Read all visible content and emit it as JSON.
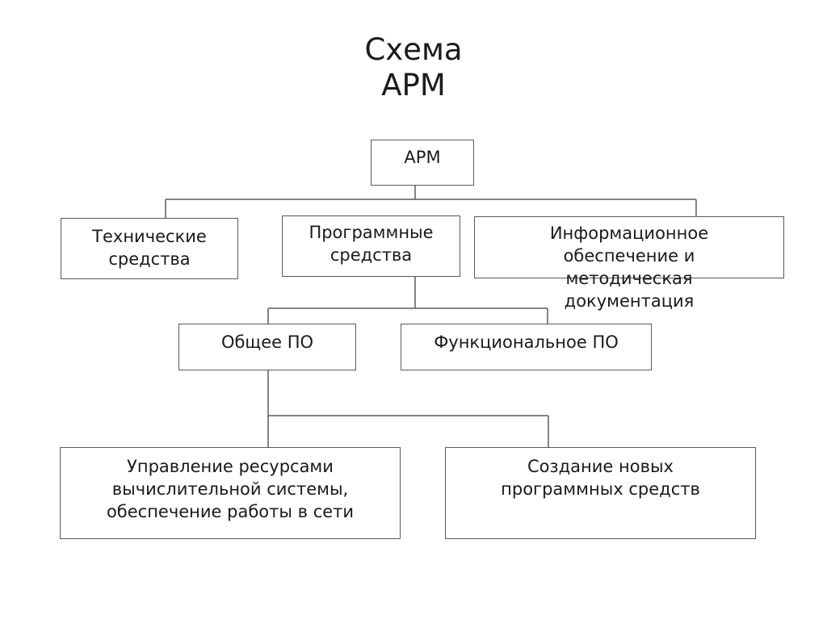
{
  "title": {
    "line1": "Схема",
    "line2": "АРМ"
  },
  "nodes": {
    "arm": "АРМ",
    "hardware": [
      "Технические",
      "средства"
    ],
    "software": [
      "Программные",
      "средства"
    ],
    "info": [
      "Информационное",
      "обеспечение и",
      "методическая",
      "документация"
    ],
    "general_sw": "Общее ПО",
    "functional_sw": "Функциональное ПО",
    "resources": [
      "Управление ресурсами",
      "вычислительной системы,",
      "обеспечение работы в сети"
    ],
    "new_tools": [
      "Создание новых",
      "программных средств"
    ]
  },
  "colors": {
    "line": "#5a5a5a",
    "text": "#1a1a1a",
    "background": "#ffffff"
  }
}
